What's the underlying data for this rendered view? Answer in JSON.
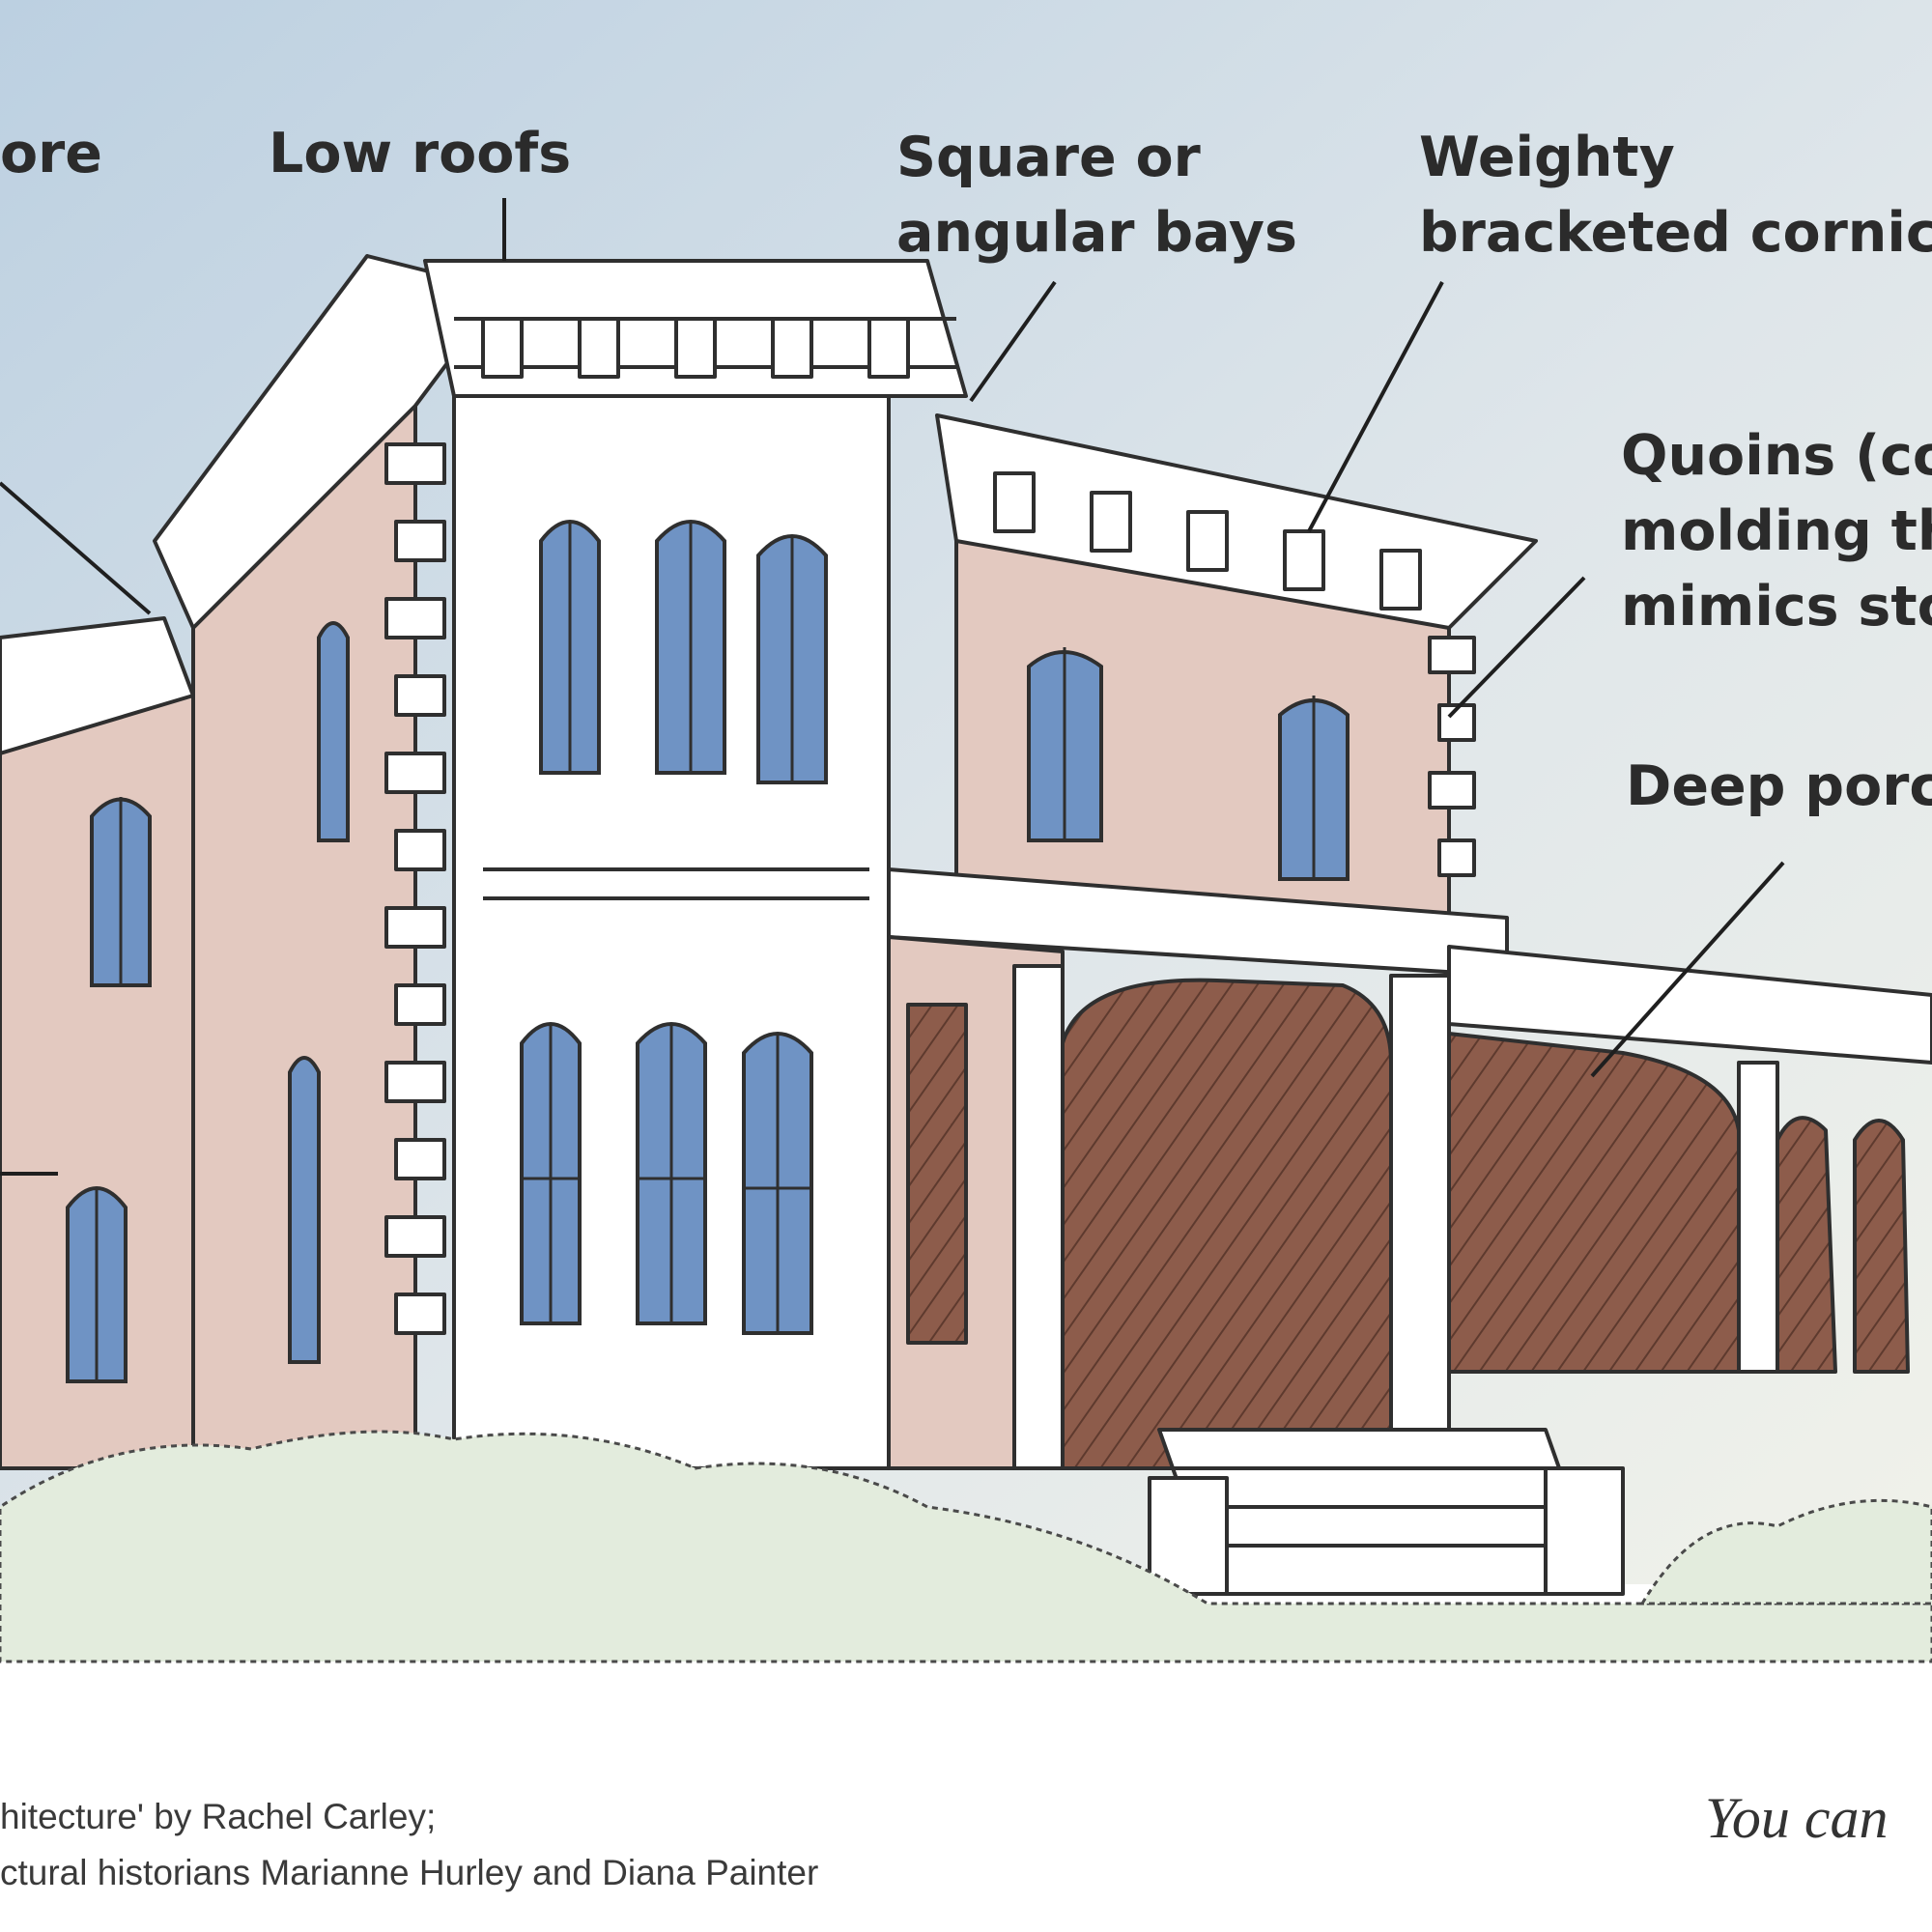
{
  "labels": {
    "more": "ore",
    "low_roofs": "Low roofs",
    "bays": [
      "Square or",
      "angular  bays"
    ],
    "cornices": [
      "Weighty",
      "bracketed cornice"
    ],
    "quoins": [
      "Quoins (co",
      "molding th",
      "mimics sto"
    ],
    "porch": "Deep porcl"
  },
  "credits": [
    "hitecture' by Rachel Carley;",
    "ctural historians Marianne Hurley and Diana Painter"
  ],
  "tagline": "You can",
  "colors": {
    "sky_top": "#c9d9e6",
    "sky_bottom": "#eef1ea",
    "wall": "#e3c9c0",
    "trim": "#ffffff",
    "window": "#6f93c4",
    "porch_shadow": "#8a5a4a",
    "shrub": "#e3ecdd",
    "ink": "#2f2f2f"
  }
}
